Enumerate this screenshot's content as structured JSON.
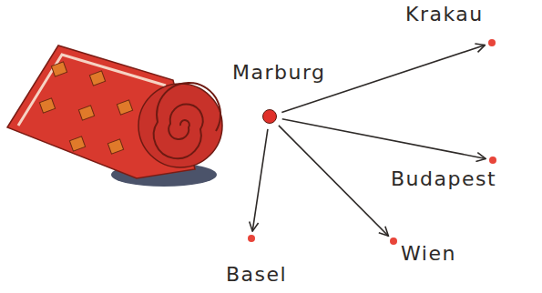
{
  "diagram": {
    "nodes": [
      {
        "text": [
          "Krakau"
        ]
      },
      {
        "text": [
          "Marburg"
        ]
      },
      {
        "text": [
          "Budapest"
        ]
      },
      {
        "text": [
          "Wien"
        ]
      },
      {
        "text": [
          "Basel"
        ]
      }
    ],
    "edges": [
      {
        "from": 1,
        "to": 0,
        "arrow": "to"
      },
      {
        "from": 1,
        "to": 2,
        "arrow": "to"
      },
      {
        "from": 1,
        "to": 3,
        "arrow": "to"
      },
      {
        "from": 1,
        "to": 4,
        "arrow": "to"
      }
    ]
  }
}
